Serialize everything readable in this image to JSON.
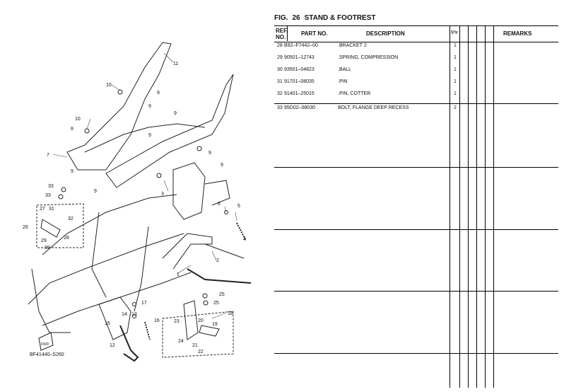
{
  "figure": {
    "prefix": "FIG.",
    "number": "26",
    "title": "STAND & FOOTREST"
  },
  "table": {
    "headers": {
      "ref": "REF.",
      "ref2": "NO.",
      "part": "PART NO.",
      "desc": "DESCRIPTION",
      "qty": "Q'ty",
      "remarks": "REMARKS"
    },
    "rows": [
      {
        "ref": "28",
        "part": "B92–F7442–00",
        "desc": ".BRACKET 2",
        "qty": "1"
      },
      {
        "ref": "29",
        "part": "90501–12743",
        "desc": ".SPRING, COMPRESSION",
        "qty": "1"
      },
      {
        "ref": "30",
        "part": "93501–04823",
        "desc": ".BALL",
        "qty": "1"
      },
      {
        "ref": "31",
        "part": "91701–08035",
        "desc": ".PIN",
        "qty": "1"
      },
      {
        "ref": "32",
        "part": "91401–25015",
        "desc": ".PIN, COTTER",
        "qty": "1"
      },
      {
        "ref": "33",
        "part": "95D02–08030",
        "desc": "BOLT, FLANGE DEEP RECESS",
        "qty": "2"
      }
    ]
  },
  "diagram": {
    "code": "BF41440–S260",
    "fwd": "FWD",
    "callouts": [
      "1",
      "2",
      "3",
      "4",
      "5",
      "6",
      "7",
      "8",
      "9",
      "9",
      "9",
      "9",
      "9",
      "9",
      "9",
      "9",
      "10",
      "10",
      "11",
      "12",
      "13",
      "14",
      "15",
      "16",
      "17",
      "18",
      "19",
      "20",
      "21",
      "22",
      "23",
      "24",
      "25",
      "25",
      "26",
      "27",
      "28",
      "29",
      "30",
      "31",
      "32",
      "33",
      "33"
    ]
  }
}
